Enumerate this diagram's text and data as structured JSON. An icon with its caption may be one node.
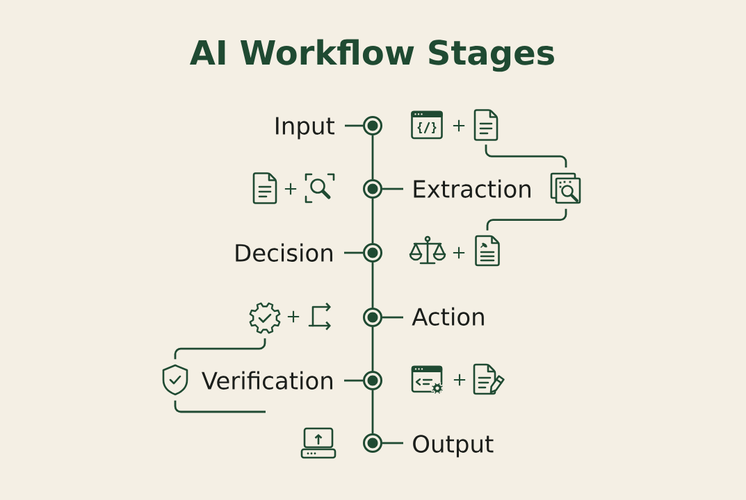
{
  "diagram": {
    "title": "AI Workflow Stages",
    "nodes": [
      {
        "text": [
          "Input"
        ]
      },
      {
        "text": [],
        "shape": "circle"
      },
      {
        "text": [],
        "shape": "picture"
      },
      {
        "text": [],
        "shape": "circle"
      },
      {
        "text": [
          "Extraction"
        ]
      },
      {
        "text": [],
        "shape": "picture"
      },
      {
        "text": [
          "Decision"
        ]
      },
      {
        "text": [],
        "shape": "circle"
      },
      {
        "text": [],
        "shape": "picture"
      },
      {
        "text": [],
        "shape": "picture"
      },
      {
        "text": [],
        "shape": "circle"
      },
      {
        "text": [
          "Action"
        ]
      },
      {
        "text": [],
        "shape": "picture"
      },
      {
        "text": [
          "Verification"
        ]
      },
      {
        "text": [],
        "shape": "circle"
      },
      {
        "text": [],
        "shape": "circle"
      },
      {
        "text": [
          "Output"
        ]
      }
    ],
    "edges": [
      {
        "from": 0,
        "to": 1,
        "arrow": "none"
      },
      {
        "from": 1,
        "to": 3,
        "arrow": "none"
      },
      {
        "from": 3,
        "to": 4,
        "arrow": "none"
      },
      {
        "from": 2,
        "to": 5,
        "arrow": "none"
      },
      {
        "from": 3,
        "to": 7,
        "arrow": "none"
      },
      {
        "from": 5,
        "to": 8,
        "arrow": "none"
      },
      {
        "from": 6,
        "to": 7,
        "arrow": "none"
      },
      {
        "from": 7,
        "to": 10,
        "arrow": "none"
      },
      {
        "from": 10,
        "to": 11,
        "arrow": "none"
      },
      {
        "from": 9,
        "to": 12,
        "arrow": "none"
      },
      {
        "from": 10,
        "to": 14,
        "arrow": "none"
      },
      {
        "from": 12,
        "to": null,
        "arrow": "none"
      },
      {
        "from": 13,
        "to": 14,
        "arrow": "none"
      },
      {
        "from": 14,
        "to": 15,
        "arrow": "none"
      },
      {
        "from": 15,
        "to": 16,
        "arrow": "none"
      }
    ],
    "labels": [
      "+",
      "+",
      "+",
      "+",
      "+"
    ]
  }
}
